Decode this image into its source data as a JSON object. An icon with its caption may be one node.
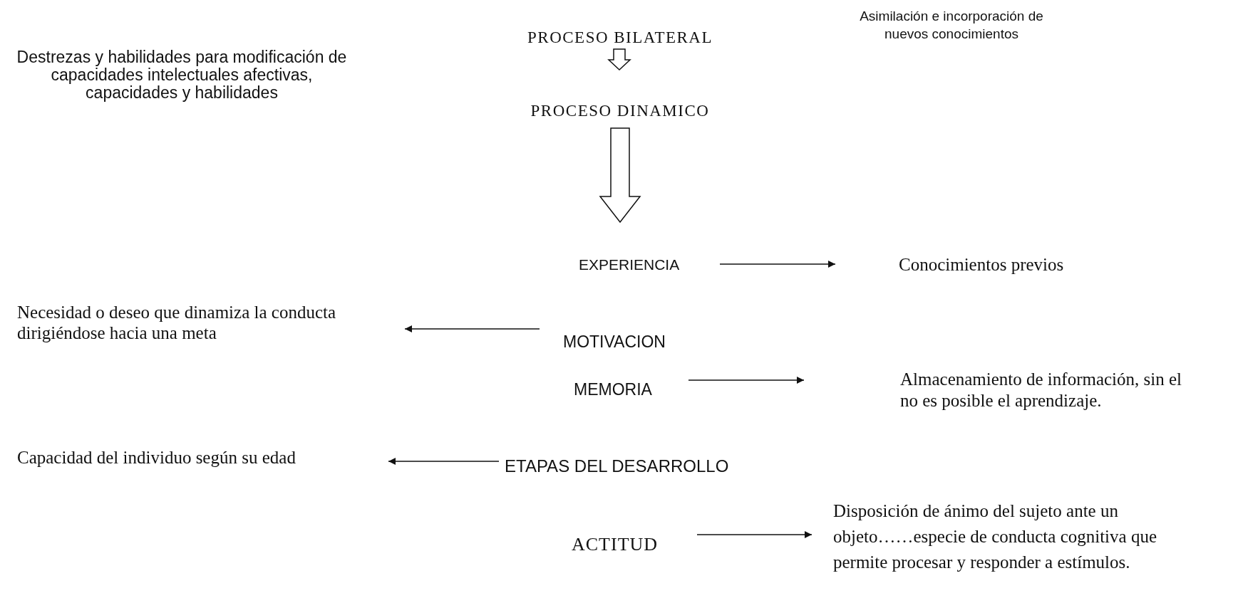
{
  "diagram": {
    "nodes": [
      {
        "text": [
          "PROCESO BILATERAL"
        ]
      },
      {
        "text": [
          "PROCESO DINAMICO"
        ]
      },
      {
        "text": [
          "EXPERIENCIA"
        ]
      },
      {
        "text": [
          "Conocimientos previos"
        ]
      },
      {
        "text": [
          "Necesidad o deseo que dinamiza la conducta dirigiéndose hacia una meta"
        ]
      },
      {
        "text": [
          "MOTIVACION"
        ]
      },
      {
        "text": [
          "MEMORIA"
        ]
      },
      {
        "text": [
          "Almacenamiento de información, sin el no es posible el aprendizaje."
        ]
      },
      {
        "text": [
          "Capacidad del individuo según su edad"
        ]
      },
      {
        "text": [
          "ETAPAS DEL DESARROLLO"
        ]
      },
      {
        "text": [
          "ACTITUD"
        ]
      },
      {
        "text": [
          "Disposición de ánimo del sujeto ante un objeto……especie de conducta cognitiva que permite procesar y responder a estímulos."
        ]
      }
    ],
    "edges": [
      {
        "from": 0,
        "to": 1,
        "arrow": "to",
        "style": "thick"
      },
      {
        "from": 1,
        "to": null,
        "arrow": "to",
        "style": "thick"
      },
      {
        "from": 2,
        "to": 3,
        "arrow": "to"
      },
      {
        "from": 5,
        "to": 4,
        "arrow": "to"
      },
      {
        "from": 6,
        "to": 7,
        "arrow": "to"
      },
      {
        "from": 9,
        "to": 8,
        "arrow": "to"
      },
      {
        "from": 10,
        "to": 11,
        "arrow": "to"
      }
    ],
    "labels": [
      "Asimilación e incorporación de nuevos conocimientos",
      "Destrezas y habilidades para modificación de capacidades intelectuales afectivas, capacidades y habilidades"
    ]
  }
}
